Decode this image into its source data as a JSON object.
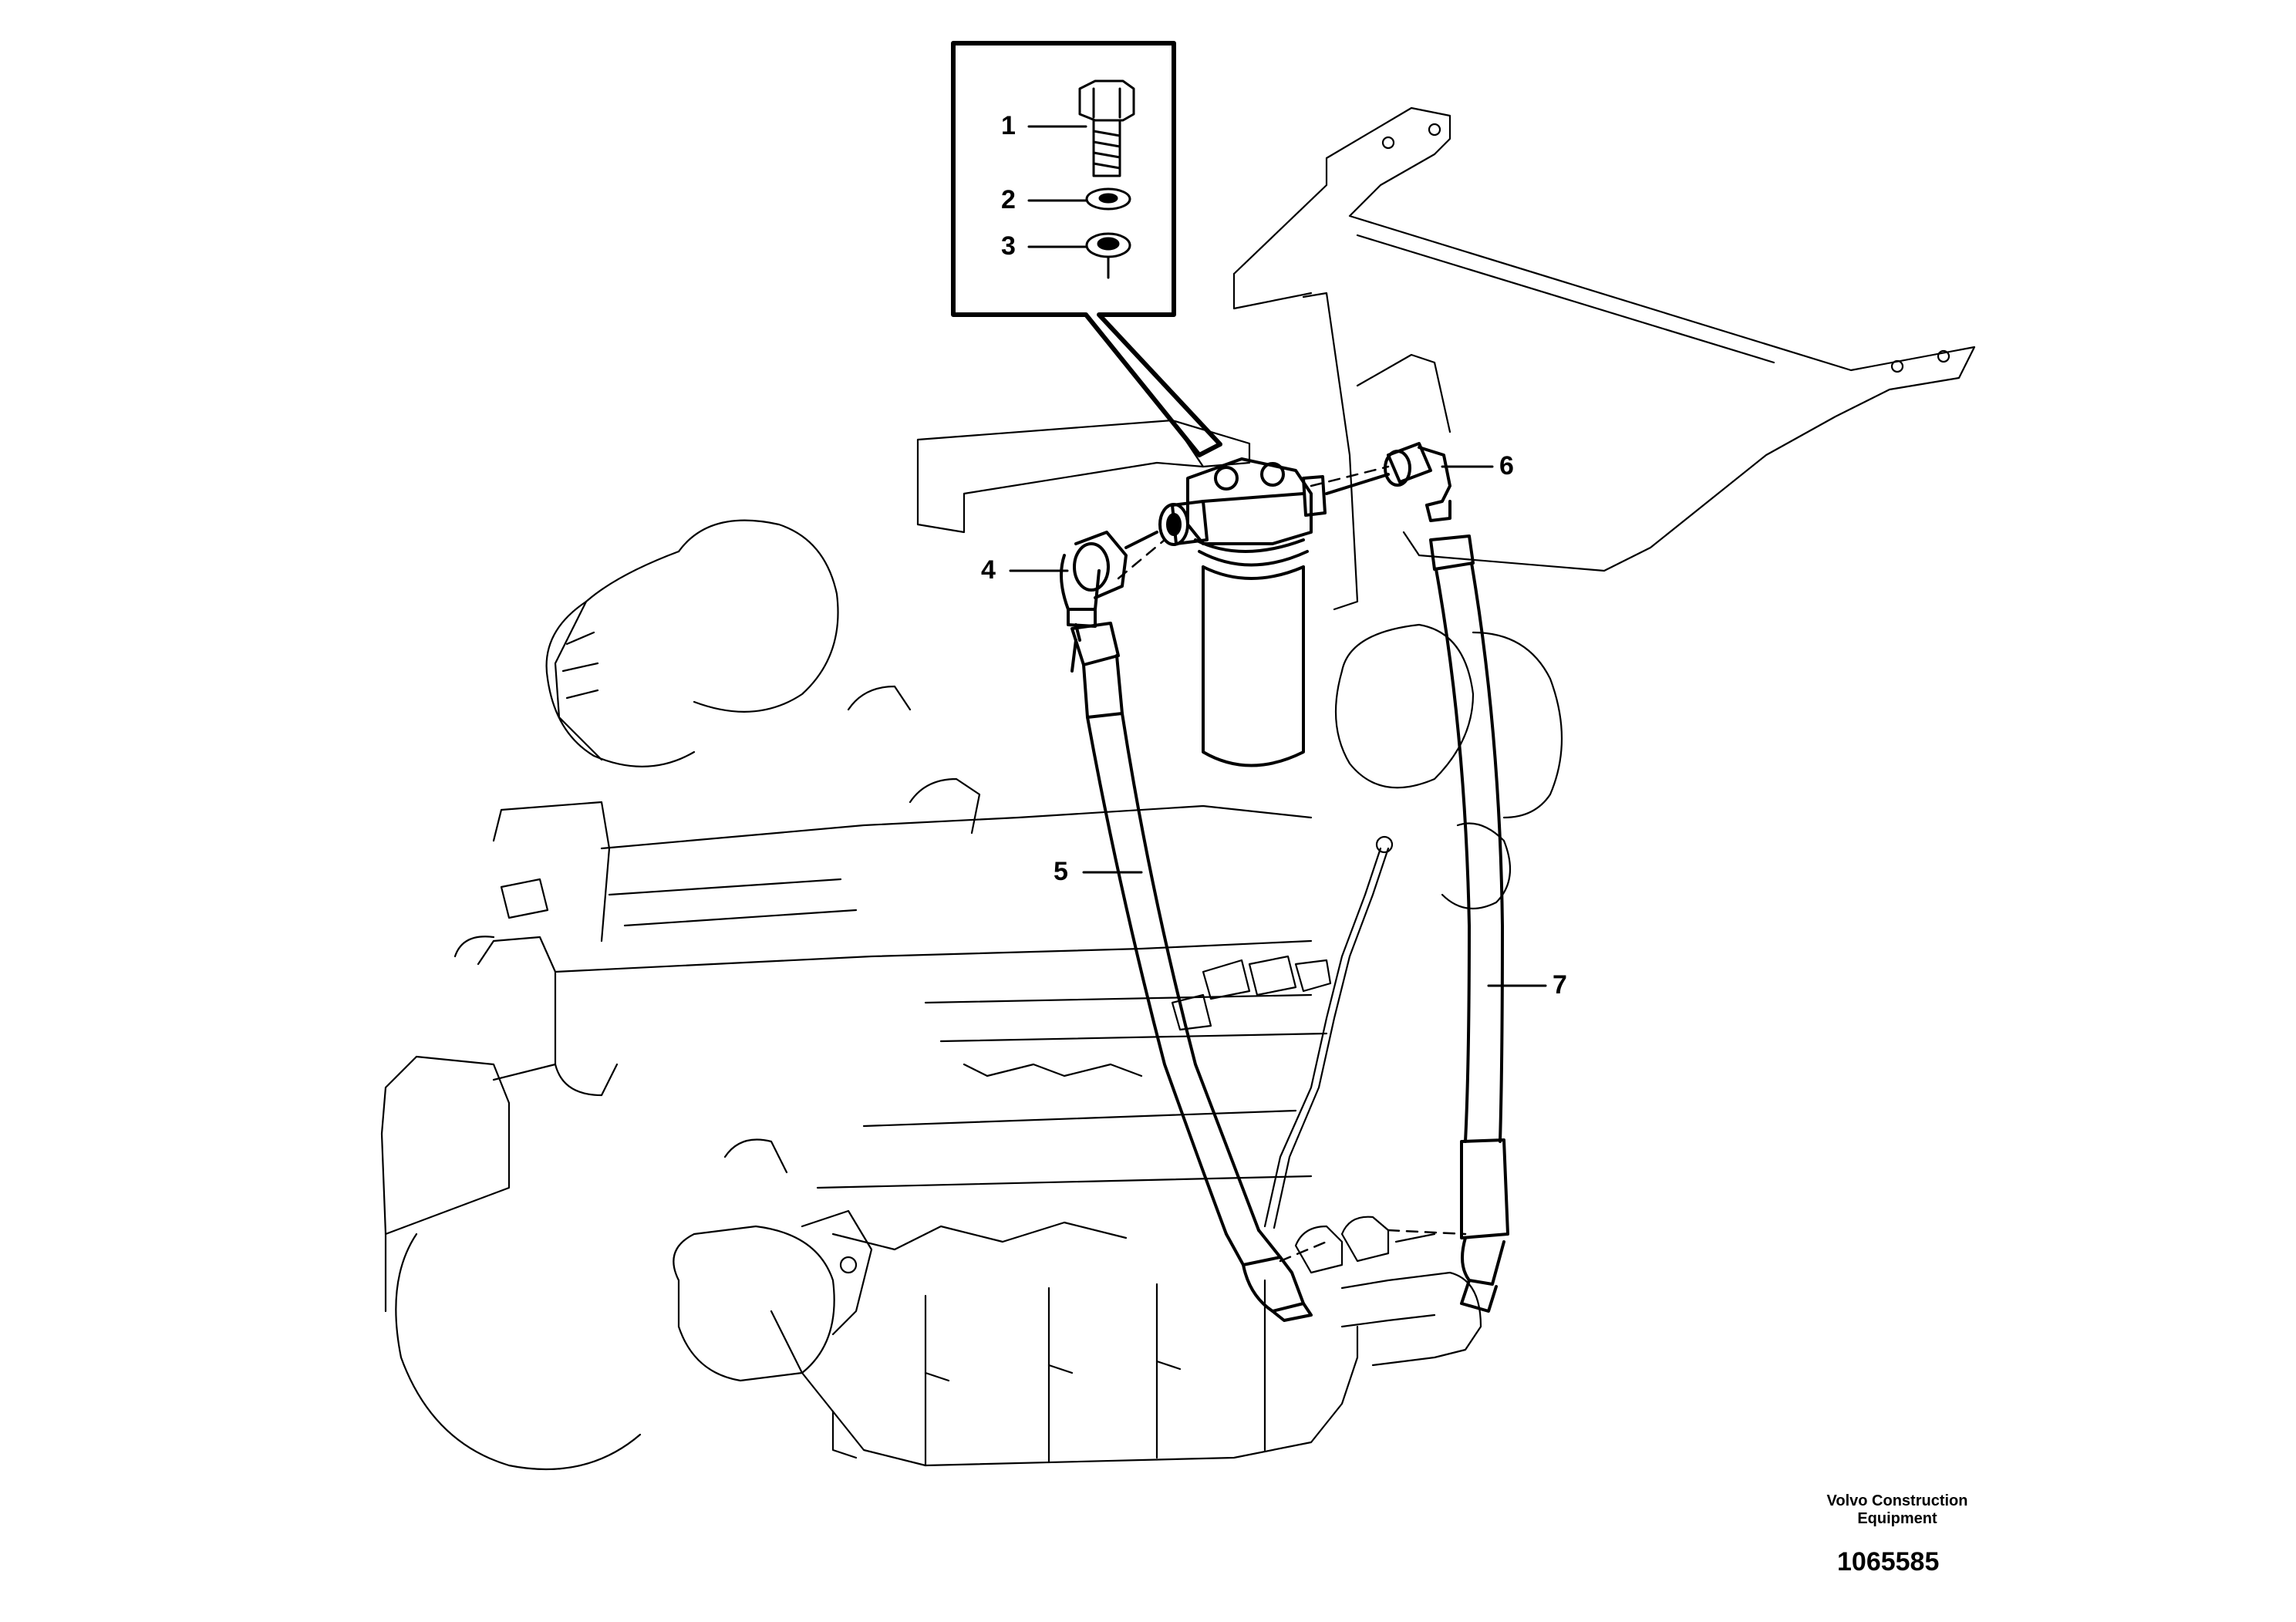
{
  "diagram": {
    "callouts": {
      "c1": "1",
      "c2": "2",
      "c3": "3",
      "c4": "4",
      "c5": "5",
      "c6": "6",
      "c7": "7"
    },
    "footer": {
      "brand_line1": "Volvo Construction",
      "brand_line2": "Equipment",
      "figure_number": "1065585"
    }
  }
}
